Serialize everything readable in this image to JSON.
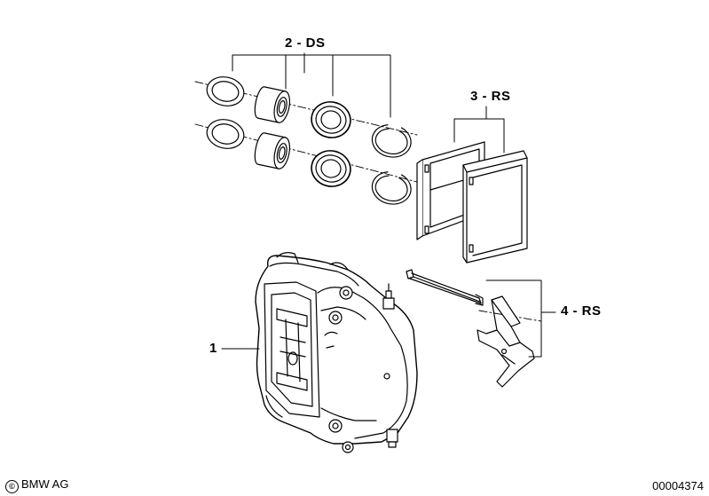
{
  "callouts": {
    "caliper": "1",
    "piston_seal_kit": "2 - DS",
    "brake_pads": "3 - RS",
    "fitting_kit": "4 - RS"
  },
  "footer": {
    "copyright_symbol": "©",
    "brand": "BMW AG",
    "diagram_number": "00004374"
  }
}
